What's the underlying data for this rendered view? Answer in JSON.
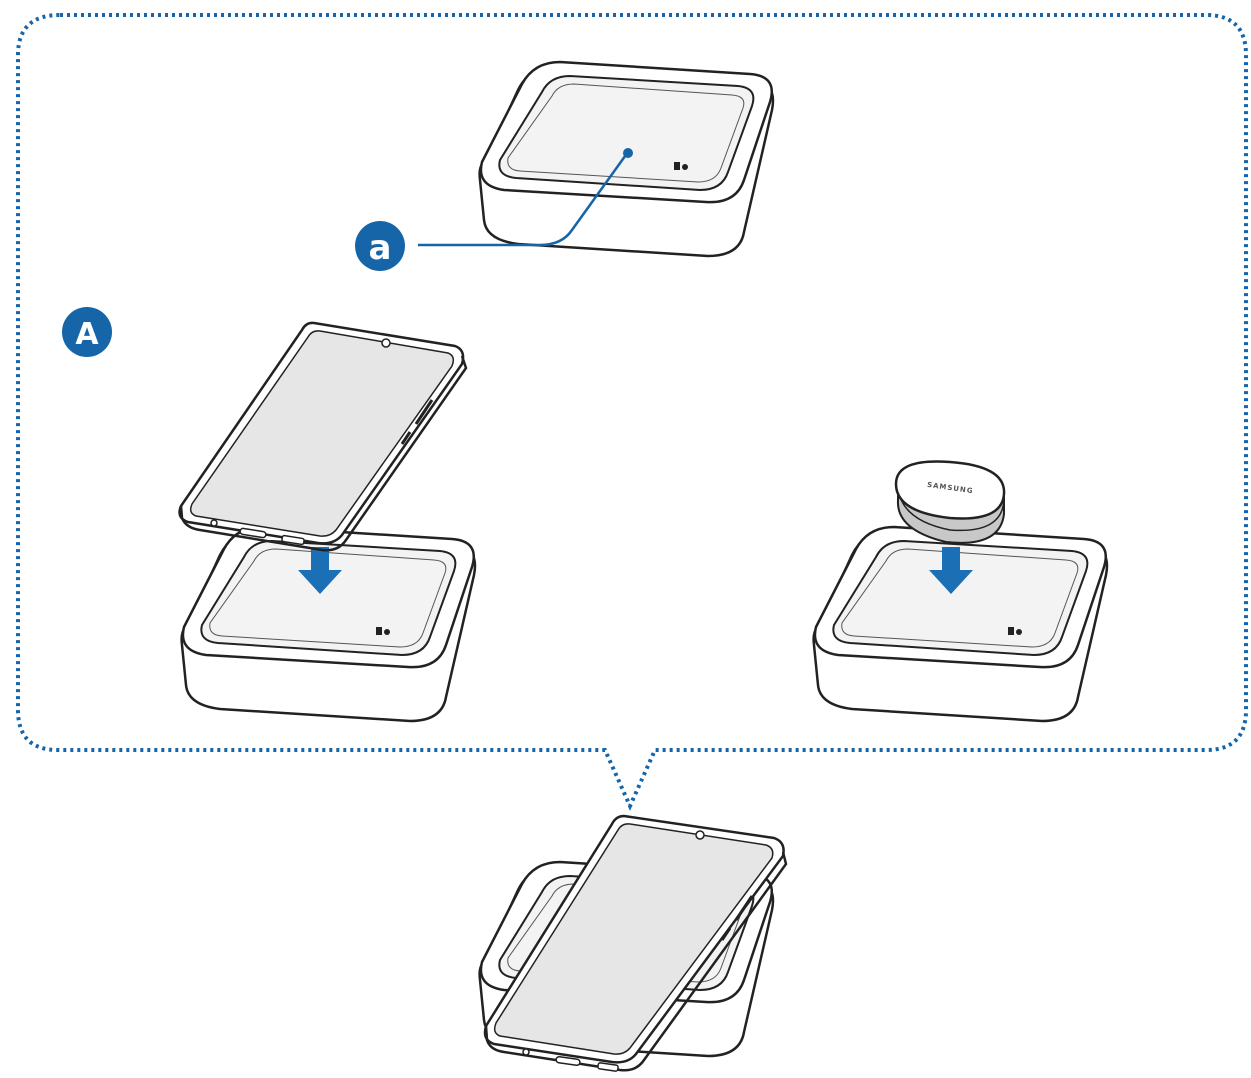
{
  "callout": {
    "frame_label": "A",
    "point_label": "a"
  },
  "earbuds_case": {
    "brand": "SAMSUNG"
  },
  "colors": {
    "accent": "#1565a8",
    "arrow": "#1a6fb5",
    "line": "#222222",
    "screen": "#e6e6e6",
    "pad_surface": "#f3f3f3"
  },
  "icons": [
    "wireless-pad-icon",
    "smartphone-icon",
    "earbuds-case-icon",
    "down-arrow-icon"
  ]
}
